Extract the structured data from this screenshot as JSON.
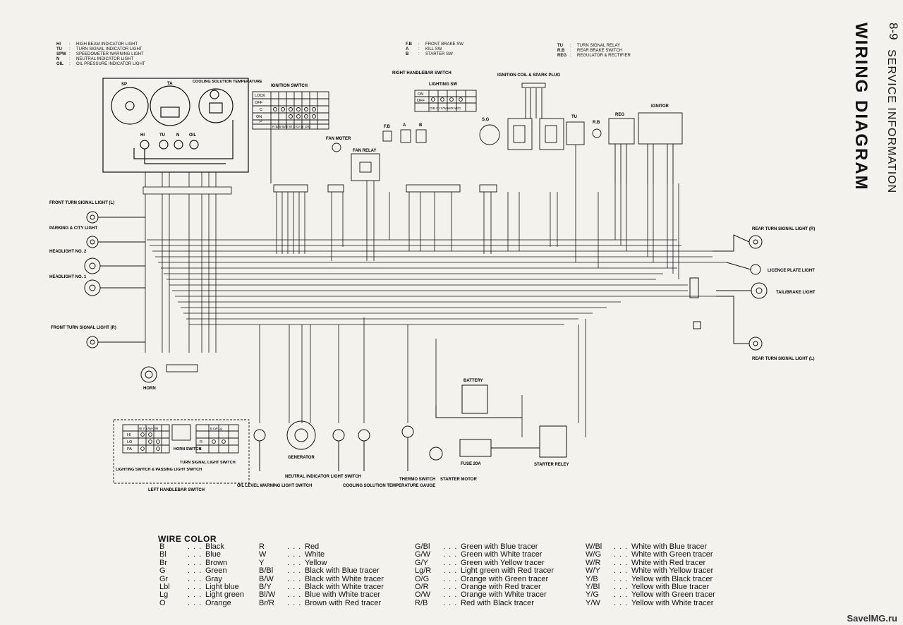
{
  "header": {
    "page_number": "8-9",
    "section": "SERVICE INFORMATION",
    "title": "WIRING DIAGRAM"
  },
  "abbreviations": {
    "meters": [
      {
        "code": "HI",
        "text": "HIGH BEAM INDICATOR LIGHT"
      },
      {
        "code": "TU",
        "text": "TURN SIGNAL INDICATOR LIGHT"
      },
      {
        "code": "SPW",
        "text": "SPEEDOMETER WARNING LIGHT"
      },
      {
        "code": "N",
        "text": "NEUTRAL INDICATOR LIGHT"
      },
      {
        "code": "OIL",
        "text": "OIL PRESSURE INDICATOR LIGHT"
      }
    ],
    "switches": [
      {
        "code": "F.B",
        "text": "FRONT BRAKE SW"
      },
      {
        "code": "A",
        "text": "KILL SW"
      },
      {
        "code": "B",
        "text": "STARTER SW"
      }
    ],
    "relays": [
      {
        "code": "TU",
        "text": "TURN SIGNAL RELAY"
      },
      {
        "code": "R.B",
        "text": "REAR BRAKE SWITCH"
      },
      {
        "code": "REG",
        "text": "REGULATOR & RECTIFIER"
      }
    ]
  },
  "components": {
    "sp": "SP",
    "ta": "TA",
    "cooling_temp": "COOLING SOLUTION TEMPERATURE",
    "hi": "HI",
    "tu_ind": "TU",
    "n_ind": "N",
    "oil_ind": "OIL",
    "ignition_switch": "IGNITION SWITCH",
    "right_handlebar_switch": "RIGHT HANDLEBAR SWITCH",
    "lighting_sw": "LIGHTING SW",
    "ignition_coil": "IGNITION COIL & SPARK PLUG",
    "ignitor": "IGNITOR",
    "reg": "REG",
    "tu_relay": "TU",
    "rb": "R.B",
    "sg": "S.G",
    "fb": "F.B",
    "a": "A",
    "b": "B",
    "fan_motor": "FAN MOTER",
    "fan_relay": "FAN RELAY",
    "front_turn_l": "FRONT TURN SIGNAL LIGHT (L)",
    "parking_city": "PARKING & CITY LIGHT",
    "headlight_2": "HEADLIGHT NO. 2",
    "headlight_1": "HEADLIGHT NO. 1",
    "front_turn_r": "FRONT TURN SIGNAL LIGHT (R)",
    "horn": "HORN",
    "rear_turn_r": "REAR TURN SIGNAL LIGHT (R)",
    "licence_plate": "LICENCE PLATE LIGHT",
    "tail_brake": "TAIL/BRAKE LIGHT",
    "rear_turn_l": "REAR TURN SIGNAL LIGHT (L)",
    "battery": "BATTERY",
    "fuse": "FUSE 20A",
    "starter_relay": "STARTER RELEY",
    "starter_motor": "STARTER MOTOR",
    "thermo_switch": "THERMO SWITCH",
    "cooling_gauge": "COOLING SOLUTION TEMPERATURE GAUGE",
    "neutral_switch": "NEUTRAL INDICATOR LIGHT SWITCH",
    "generator": "GENERATOR",
    "oil_level_switch": "OIL LEVEL WARNING LIGHT SWITCH",
    "horn_switch": "HORN SWITCH",
    "turn_signal_switch": "TURN SIGNAL LIGHT SWITCH",
    "lighting_passing": "LIGHTING SWITCH & PASSING LIGHT SWITCH",
    "left_handlebar": "LEFT HANDLEBAR SWITCH",
    "ign_rows": [
      "LOCK",
      "OFF",
      "C",
      "ON",
      "P"
    ],
    "ign_cols": "R  B/W  B/Bl  W  O  Gr  Br  O/G",
    "light_rows": [
      "ON",
      "OFF"
    ],
    "light_cols": "O/R  Gr  Y/W  W/R  W/G",
    "lsw_rows": [
      "HI",
      "LO",
      "PA"
    ],
    "lsw_cols": "W  Y  Y/W  O/R",
    "tsw_rows": [
      "R",
      "L"
    ],
    "tsw_cols": "B  LW  Lg"
  },
  "wire_colors": {
    "title": "WIRE COLOR",
    "col1": [
      {
        "code": "B",
        "name": "Black"
      },
      {
        "code": "Bl",
        "name": "Blue"
      },
      {
        "code": "Br",
        "name": "Brown"
      },
      {
        "code": "G",
        "name": "Green"
      },
      {
        "code": "Gr",
        "name": "Gray"
      },
      {
        "code": "Lbl",
        "name": "Light blue"
      },
      {
        "code": "Lg",
        "name": "Light green"
      },
      {
        "code": "O",
        "name": "Orange"
      }
    ],
    "col2": [
      {
        "code": "R",
        "name": "Red"
      },
      {
        "code": "W",
        "name": "White"
      },
      {
        "code": "Y",
        "name": "Yellow"
      },
      {
        "code": "B/Bl",
        "name": "Black with Blue tracer"
      },
      {
        "code": "B/W",
        "name": "Black with White tracer"
      },
      {
        "code": "B/Y",
        "name": "Black with White tracer"
      },
      {
        "code": "Bl/W",
        "name": "Blue with White tracer"
      },
      {
        "code": "Br/R",
        "name": "Brown with Red tracer"
      }
    ],
    "col3": [
      {
        "code": "G/Bl",
        "name": "Green with Blue tracer"
      },
      {
        "code": "G/W",
        "name": "Green with White tracer"
      },
      {
        "code": "G/Y",
        "name": "Green with Yellow tracer"
      },
      {
        "code": "Lg/R",
        "name": "Light green with Red tracer"
      },
      {
        "code": "O/G",
        "name": "Orange with Green tracer"
      },
      {
        "code": "O/R",
        "name": "Orange with Red tracer"
      },
      {
        "code": "O/W",
        "name": "Orange with White tracer"
      },
      {
        "code": "R/B",
        "name": "Red with Black tracer"
      }
    ],
    "col4": [
      {
        "code": "W/Bl",
        "name": "White with Blue tracer"
      },
      {
        "code": "W/G",
        "name": "White with Green tracer"
      },
      {
        "code": "W/R",
        "name": "White with Red tracer"
      },
      {
        "code": "W/Y",
        "name": "White with Yellow tracer"
      },
      {
        "code": "Y/B",
        "name": "Yellow with Black tracer"
      },
      {
        "code": "Y/Bl",
        "name": "Yellow with Blue tracer"
      },
      {
        "code": "Y/G",
        "name": "Yellow with Green tracer"
      },
      {
        "code": "Y/W",
        "name": "Yellow with White tracer"
      }
    ]
  },
  "footer": {
    "brand": "SavelMG.ru"
  }
}
